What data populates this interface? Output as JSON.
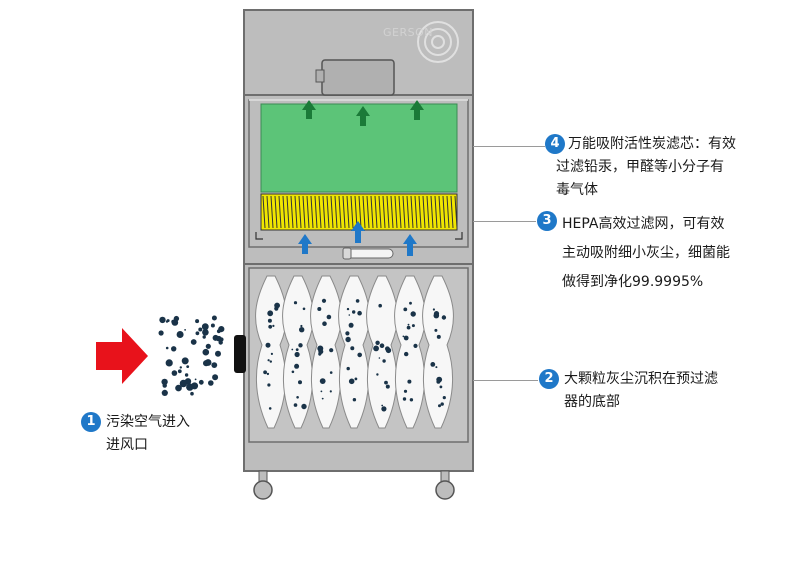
{
  "brand_text": "GERSON",
  "colors": {
    "cabinet_fill": "#bdbdbd",
    "cabinet_stroke": "#6e6e6e",
    "carbon_filter": "#5cc478",
    "hepa_filter": "#f0e600",
    "intake_arrow": "#e8121b",
    "up_arrow_green": "#1b7a38",
    "up_arrow_blue": "#1f78c8",
    "badge": "#1f78c8"
  },
  "icons": [
    "fan-icon",
    "intake-arrow-icon",
    "up-arrow-icon",
    "wheel-icon"
  ],
  "callouts": [
    {
      "number": "4",
      "lines": [
        "万能吸附活性炭滤芯：有效",
        "过滤铅汞，甲醛等小分子有",
        "毒气体"
      ]
    },
    {
      "number": "3",
      "lines": [
        "HEPA高效过滤网，可有效",
        "主动吸附细小灰尘，细菌能",
        "做得到净化99.9995%"
      ]
    },
    {
      "number": "2",
      "lines": [
        "大颗粒灰尘沉积在预过滤",
        "器的底部"
      ]
    },
    {
      "number": "1",
      "lines": [
        "污染空气进入",
        "进风口"
      ]
    }
  ]
}
